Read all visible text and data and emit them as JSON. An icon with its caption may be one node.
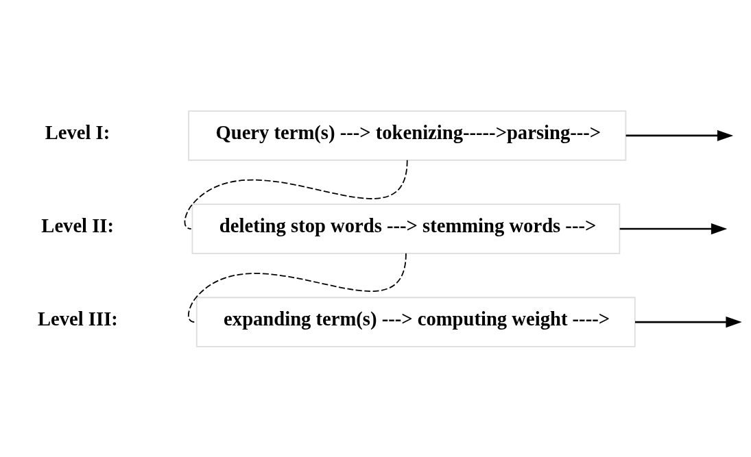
{
  "diagram": {
    "nodes": [
      {
        "text": [
          "Query term(s) ---> tokenizing----->parsing--->"
        ]
      },
      {
        "text": [
          "deleting stop words ---> stemming words --->"
        ]
      },
      {
        "text": [
          "expanding term(s) ---> computing weight ---->"
        ]
      }
    ],
    "edges": [
      {
        "from": 0,
        "to": null,
        "arrow": "to"
      },
      {
        "from": 0,
        "to": 1,
        "arrow": "none",
        "style": "dashed"
      },
      {
        "from": 1,
        "to": null,
        "arrow": "to"
      },
      {
        "from": 1,
        "to": 2,
        "arrow": "none",
        "style": "dashed"
      },
      {
        "from": 2,
        "to": null,
        "arrow": "to"
      }
    ],
    "labels": [
      "Level I:",
      "Level II:",
      "Level III:"
    ]
  }
}
